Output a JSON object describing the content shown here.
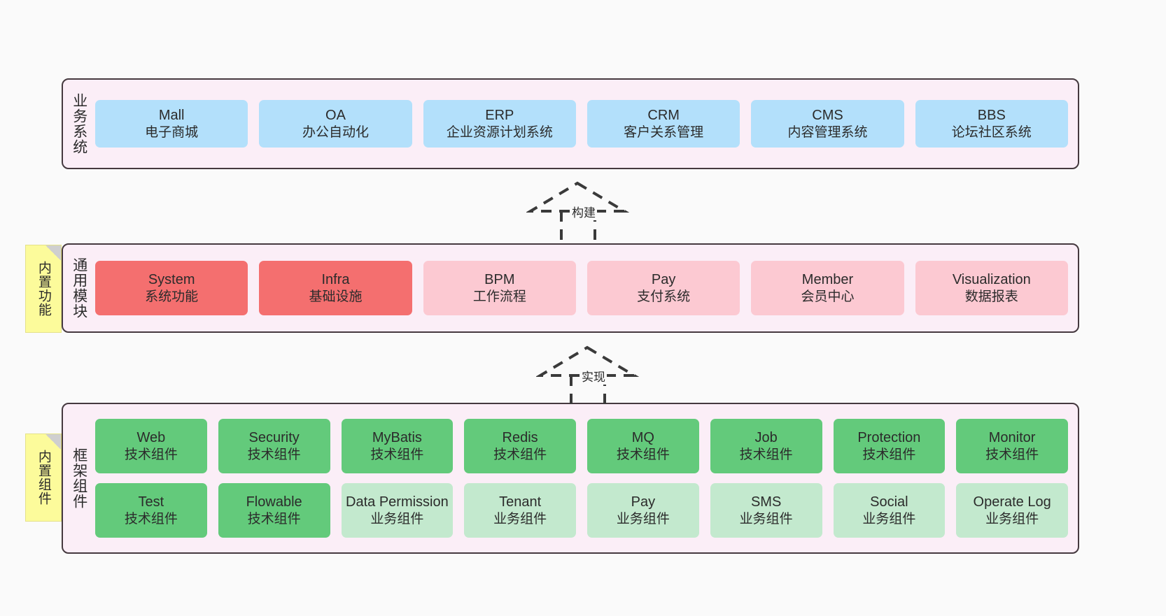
{
  "diagram": {
    "title_hidden": "",
    "colors": {
      "layer_bg": "#fbeef7",
      "layer_border": "#45393f",
      "business_box": "#b3e0fb",
      "module_active": "#f46f6f",
      "module_plain": "#fcc9d2",
      "tech_component": "#63ca7b",
      "biz_component": "#c3e9ce",
      "sticky": "#fcfb9b",
      "page_bg": "#fafafa"
    }
  },
  "layers": {
    "business": {
      "label": "业务系统",
      "items": [
        {
          "en": "Mall",
          "cn": "电子商城"
        },
        {
          "en": "OA",
          "cn": "办公自动化"
        },
        {
          "en": "ERP",
          "cn": "企业资源计划系统"
        },
        {
          "en": "CRM",
          "cn": "客户关系管理"
        },
        {
          "en": "CMS",
          "cn": "内容管理系统"
        },
        {
          "en": "BBS",
          "cn": "论坛社区系统"
        }
      ]
    },
    "common": {
      "label": "通用模块",
      "sticky": "内置功能",
      "items": [
        {
          "en": "System",
          "cn": "系统功能",
          "variant": "c-red"
        },
        {
          "en": "Infra",
          "cn": "基础设施",
          "variant": "c-red"
        },
        {
          "en": "BPM",
          "cn": "工作流程",
          "variant": "c-pink"
        },
        {
          "en": "Pay",
          "cn": "支付系统",
          "variant": "c-pink"
        },
        {
          "en": "Member",
          "cn": "会员中心",
          "variant": "c-pink"
        },
        {
          "en": "Visualization",
          "cn": "数据报表",
          "variant": "c-pink"
        }
      ]
    },
    "framework": {
      "label": "框架组件",
      "sticky": "内置组件",
      "row1": [
        {
          "en": "Web",
          "cn": "技术组件",
          "variant": "c-green"
        },
        {
          "en": "Security",
          "cn": "技术组件",
          "variant": "c-green"
        },
        {
          "en": "MyBatis",
          "cn": "技术组件",
          "variant": "c-green"
        },
        {
          "en": "Redis",
          "cn": "技术组件",
          "variant": "c-green"
        },
        {
          "en": "MQ",
          "cn": "技术组件",
          "variant": "c-green"
        },
        {
          "en": "Job",
          "cn": "技术组件",
          "variant": "c-green"
        },
        {
          "en": "Protection",
          "cn": "技术组件",
          "variant": "c-green"
        },
        {
          "en": "Monitor",
          "cn": "技术组件",
          "variant": "c-green"
        }
      ],
      "row2": [
        {
          "en": "Test",
          "cn": "技术组件",
          "variant": "c-green"
        },
        {
          "en": "Flowable",
          "cn": "技术组件",
          "variant": "c-green"
        },
        {
          "en": "Data Permission",
          "cn": "业务组件",
          "variant": "c-greenlight"
        },
        {
          "en": "Tenant",
          "cn": "业务组件",
          "variant": "c-greenlight"
        },
        {
          "en": "Pay",
          "cn": "业务组件",
          "variant": "c-greenlight"
        },
        {
          "en": "SMS",
          "cn": "业务组件",
          "variant": "c-greenlight"
        },
        {
          "en": "Social",
          "cn": "业务组件",
          "variant": "c-greenlight"
        },
        {
          "en": "Operate Log",
          "cn": "业务组件",
          "variant": "c-greenlight"
        }
      ]
    }
  },
  "connectors": [
    {
      "name": "build",
      "label": "构建"
    },
    {
      "name": "implement",
      "label": "实现"
    }
  ]
}
